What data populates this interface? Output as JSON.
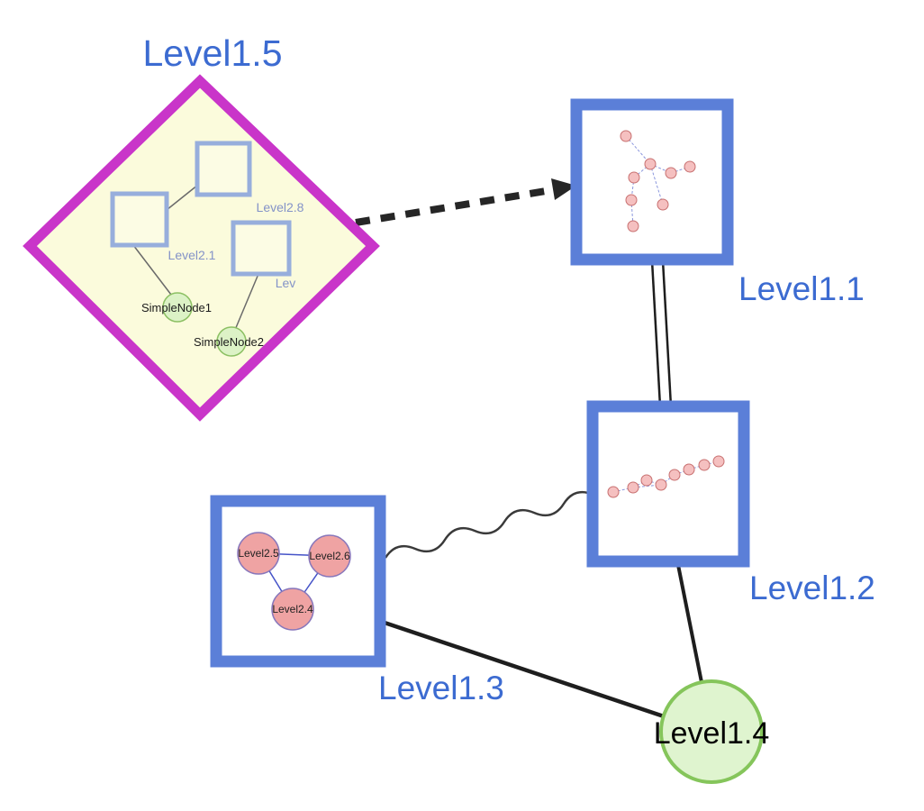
{
  "nodes": {
    "level15": {
      "label": "Level1.5",
      "type": "group-diamond"
    },
    "level11": {
      "label": "Level1.1",
      "type": "group-square"
    },
    "level12": {
      "label": "Level1.2",
      "type": "group-square"
    },
    "level13": {
      "label": "Level1.3",
      "type": "group-square"
    },
    "level14": {
      "label": "Level1.4",
      "type": "circle"
    }
  },
  "level15_contents": {
    "level28": {
      "label": "Level2.8"
    },
    "level21": {
      "label": "Level2.1"
    },
    "lev": {
      "label": "Lev"
    },
    "simplenode1": {
      "label": "SimpleNode1"
    },
    "simplenode2": {
      "label": "SimpleNode2"
    }
  },
  "level13_contents": {
    "level25": {
      "label": "Level2.5"
    },
    "level26": {
      "label": "Level2.6"
    },
    "level24": {
      "label": "Level2.4"
    }
  },
  "colors": {
    "label_blue": "#3C6BD1",
    "diamond_stroke": "#C935C9",
    "diamond_fill": "#FBFBDC",
    "group_stroke": "#5B7FD8",
    "inner_square_stroke": "#97AEDC",
    "green_fill": "#DCF2C6",
    "green_stroke": "#8CC063",
    "pink_fill": "#EFA3A3",
    "pink_stroke": "#8877BB",
    "mini_node_fill": "#F5C0C0",
    "mini_node_stroke": "#C87070",
    "edge_black": "#262626"
  }
}
